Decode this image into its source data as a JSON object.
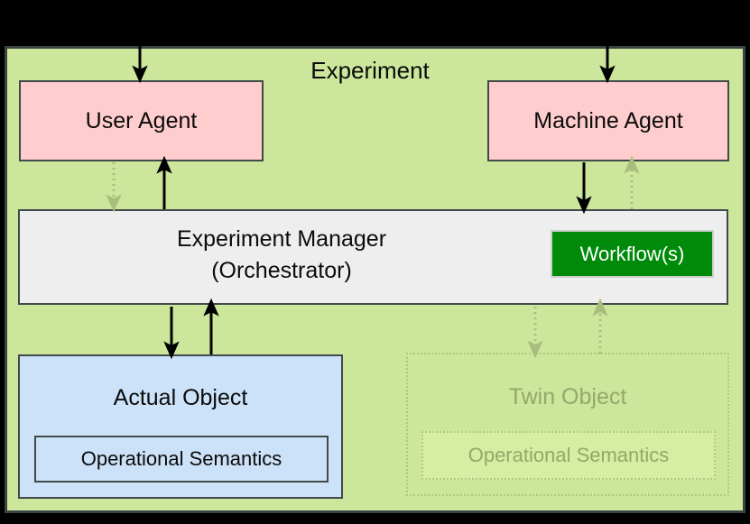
{
  "diagram": {
    "title": "Experiment",
    "nodes": {
      "user_agent": {
        "label": "User Agent"
      },
      "machine_agent": {
        "label": "Machine Agent"
      },
      "experiment_manager": {
        "label": "Experiment Manager\n(Orchestrator)",
        "line1": "Experiment Manager",
        "line2": "(Orchestrator)"
      },
      "workflow": {
        "label": "Workflow(s)"
      },
      "actual_object": {
        "label": "Actual Object",
        "inner_label": "Operational Semantics"
      },
      "twin_object": {
        "label": "Twin Object",
        "inner_label": "Operational Semantics"
      }
    },
    "colors": {
      "background": "#000000",
      "experiment_fill": "#cce79c",
      "agent_fill": "#ffcdce",
      "manager_fill": "#eeeeee",
      "workflow_fill": "#008a09",
      "actual_object_fill": "#cce2f9",
      "twin_inner_fill": "#d7eda4",
      "border_dark": "#41494a",
      "ghost_text": "#93a86a",
      "ghost_border": "#b0c77e",
      "arrow_solid": "#000000",
      "arrow_dotted": "#a9bd7d"
    },
    "edges": [
      {
        "name": "external-to-user-agent",
        "style": "solid",
        "direction": "down"
      },
      {
        "name": "external-to-machine-agent",
        "style": "solid",
        "direction": "down"
      },
      {
        "name": "user-agent-to-manager",
        "style": "dotted",
        "direction": "down"
      },
      {
        "name": "manager-to-user-agent",
        "style": "solid",
        "direction": "up"
      },
      {
        "name": "machine-agent-to-manager",
        "style": "solid",
        "direction": "down"
      },
      {
        "name": "manager-to-machine-agent",
        "style": "dotted",
        "direction": "up"
      },
      {
        "name": "manager-to-actual-object",
        "style": "solid",
        "direction": "down"
      },
      {
        "name": "actual-object-to-manager",
        "style": "solid",
        "direction": "up"
      },
      {
        "name": "manager-to-twin-object",
        "style": "dotted",
        "direction": "down"
      },
      {
        "name": "twin-object-to-manager",
        "style": "dotted",
        "direction": "up"
      }
    ]
  }
}
